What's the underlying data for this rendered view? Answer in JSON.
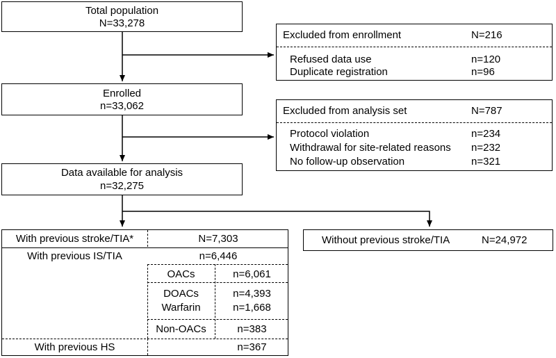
{
  "total": {
    "label": "Total population",
    "count": "N=33,278"
  },
  "excluded_enrollment": {
    "title": "Excluded from enrollment",
    "count": "N=216",
    "items": [
      {
        "label": "Refused data use",
        "count": "n=120"
      },
      {
        "label": "Duplicate registration",
        "count": "n=96"
      }
    ]
  },
  "enrolled": {
    "label": "Enrolled",
    "count": "n=33,062"
  },
  "excluded_analysis": {
    "title": "Excluded from analysis set",
    "count": "N=787",
    "items": [
      {
        "label": "Protocol violation",
        "count": "n=234"
      },
      {
        "label": "Withdrawal for site-related reasons",
        "count": "n=232"
      },
      {
        "label": "No follow-up observation",
        "count": "n=321"
      }
    ]
  },
  "analysis": {
    "label": "Data available for analysis",
    "count": "n=32,275"
  },
  "with_stroke": {
    "label": "With previous stroke/TIA*",
    "count": "N=7,303",
    "is_tia": {
      "label": "With previous IS/TIA",
      "count": "n=6,446"
    },
    "oacs": {
      "label": "OACs",
      "count": "n=6,061"
    },
    "doacs": {
      "label": "DOACs",
      "count": "n=4,393"
    },
    "warfarin": {
      "label": "Warfarin",
      "count": "n=1,668"
    },
    "non_oacs": {
      "label": "Non-OACs",
      "count": "n=383"
    },
    "hs": {
      "label": "With previous HS",
      "count": "n=367"
    }
  },
  "without_stroke": {
    "label": "Without previous stroke/TIA",
    "count": "N=24,972"
  }
}
